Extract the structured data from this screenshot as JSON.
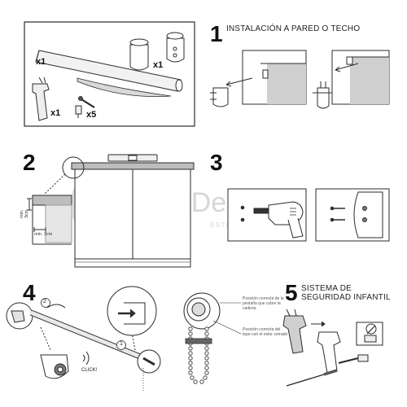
{
  "parts_box": {
    "qty_rail": "x1",
    "qty_brackets": "x1",
    "qty_clips": "x1",
    "qty_screws": "x5"
  },
  "step1": {
    "number": "1",
    "title": "INSTALACIÓN A PARED O TECHO"
  },
  "step2": {
    "number": "2",
    "dim_side": "min. 3cm",
    "dim_bottom": "min. 3cm"
  },
  "step3": {
    "number": "3"
  },
  "step4": {
    "number": "4",
    "callout_a": "2",
    "callout_b": "1",
    "click_label": "CLICK!",
    "note_top": "Posición correcta de la pestaña que cubre la cadena",
    "note_bottom": "Posición correcta del tope con el estor cerrado"
  },
  "step5": {
    "number": "5",
    "title": "SISTEMA DE SEGURIDAD INFANTIL"
  },
  "watermark": {
    "brand": "BlinDecor",
    "tagline": "ESTORES DE DISEÑO"
  },
  "colors": {
    "line": "#2b2b2b",
    "gray_fill": "#cfcfcf",
    "dark_fill": "#8a8a8a",
    "watermark": "#d6d6d6"
  }
}
